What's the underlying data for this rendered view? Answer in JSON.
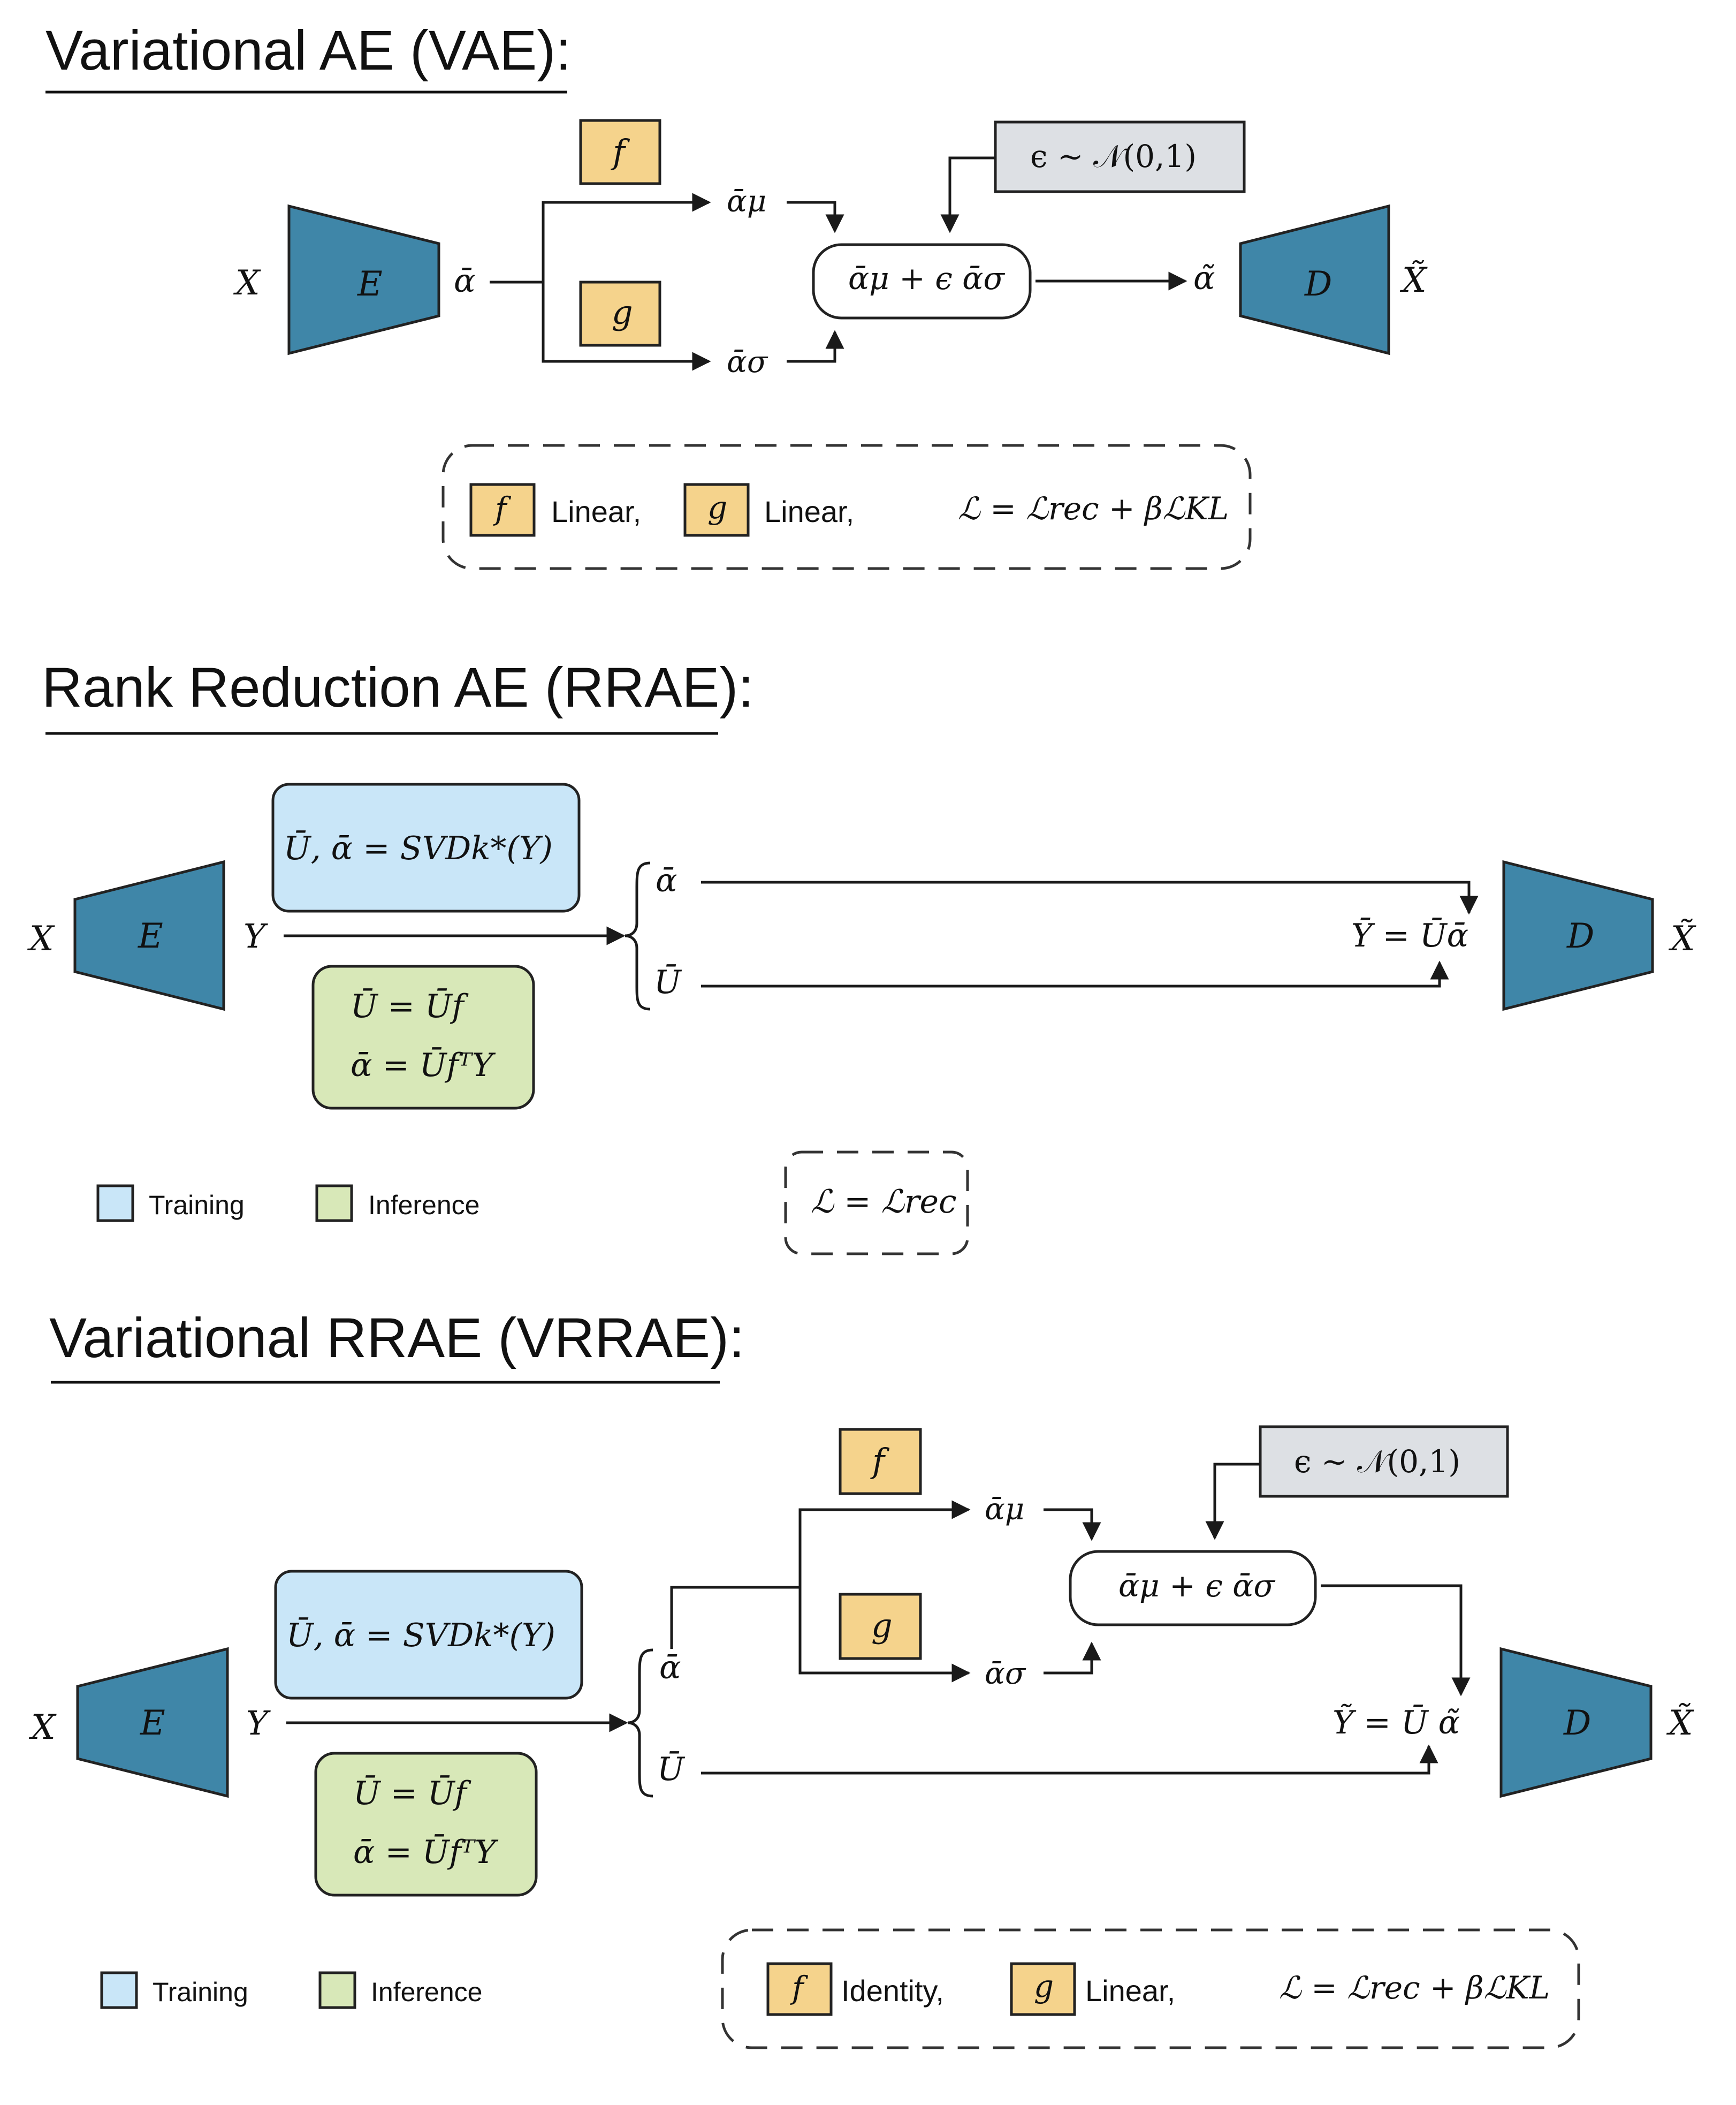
{
  "colors": {
    "encoder_decoder": "#3f86a8",
    "fg_box": "#f5d38c",
    "noise_box": "#dde0e4",
    "training_box": "#c9e6f8",
    "inference_box": "#d8e8b8",
    "line": "#1a1a1a"
  },
  "vae": {
    "title": "Variational AE (VAE):",
    "input": "X",
    "encoder": "E",
    "latent": "ᾱ",
    "f_label": "f",
    "g_label": "g",
    "mu": "ᾱμ",
    "sigma": "ᾱσ",
    "noise": "ϵ ∼ 𝒩(0,1)",
    "combine": "ᾱμ + ϵ ᾱσ",
    "sample": "α̃",
    "decoder": "D",
    "output": "X̃",
    "legend": {
      "f_label": "f",
      "f_desc": "Linear,",
      "g_label": "g",
      "g_desc": "Linear,",
      "loss": "ℒ = ℒrec + βℒKL"
    }
  },
  "rrae": {
    "title": "Rank Reduction AE (RRAE):",
    "input": "X",
    "encoder": "E",
    "latent": "Y",
    "training_eq": "Ū, ᾱ = SVDk*(Y)",
    "inference_eq1": "Ū = Ūf",
    "inference_eq2": "ᾱ = ŪfᵀY",
    "alpha": "ᾱ",
    "U": "Ū",
    "recon": "Ȳ = Ūᾱ",
    "decoder": "D",
    "output": "X̃",
    "legend_training": "Training",
    "legend_inference": "Inference",
    "loss": "ℒ = ℒrec"
  },
  "vrrae": {
    "title": "Variational RRAE (VRRAE):",
    "input": "X",
    "encoder": "E",
    "latent": "Y",
    "training_eq": "Ū, ᾱ = SVDk*(Y)",
    "inference_eq1": "Ū = Ūf",
    "inference_eq2": "ᾱ = ŪfᵀY",
    "alpha": "ᾱ",
    "U": "Ū",
    "f_label": "f",
    "g_label": "g",
    "mu": "ᾱμ",
    "sigma": "ᾱσ",
    "noise": "ϵ ∼ 𝒩(0,1)",
    "combine": "ᾱμ + ϵ ᾱσ",
    "recon": "Ỹ = Ū α̃",
    "decoder": "D",
    "output": "X̃",
    "legend_training": "Training",
    "legend_inference": "Inference",
    "legend": {
      "f_label": "f",
      "f_desc": "Identity,",
      "g_label": "g",
      "g_desc": "Linear,",
      "loss": "ℒ = ℒrec + βℒKL"
    }
  }
}
